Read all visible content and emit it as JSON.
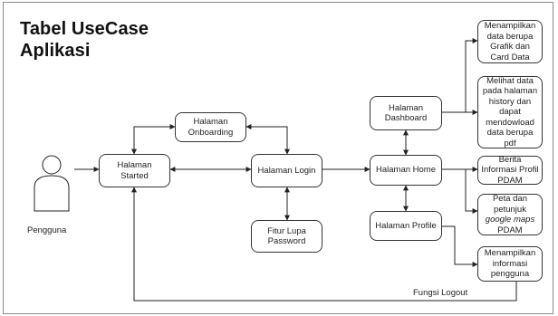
{
  "title": {
    "line1": "Tabel UseCase",
    "line2": "Aplikasi"
  },
  "actor": {
    "label": "Pengguna"
  },
  "nodes": {
    "started": "Halaman Started",
    "onboarding": "Halaman Onboarding",
    "login": "Halaman Login",
    "lupa": "Fitur Lupa Password",
    "home": "Halaman Home",
    "dashboard": "Halaman Dashboard",
    "profile": "Halaman Profile",
    "grafik": "Menampilkan data berupa Grafik dan Card Data",
    "history": "Melihat data pada halaman history dan dapat mendowload data berupa pdf",
    "berita": "Berita Informasi Profil PDAM",
    "peta": {
      "pre": "Peta dan petunjuk ",
      "italic": "google maps",
      "post": " PDAM"
    },
    "info": "Menampilkan informasi pengguna"
  },
  "connectors": {
    "logout": "Fungsi Logout"
  }
}
